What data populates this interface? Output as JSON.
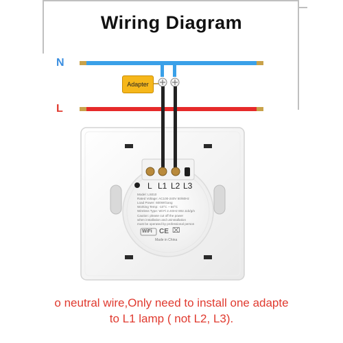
{
  "title": "Wiring Diagram",
  "wires": {
    "neutral_label": "N",
    "live_label": "L",
    "neutral_color": "#3aa0e8",
    "live_color": "#e62a2a",
    "load_color": "#222222"
  },
  "adapter": {
    "label": "Adapter",
    "color": "#f6b71b"
  },
  "switch": {
    "terminals": [
      "L",
      "L1",
      "L2",
      "L3"
    ],
    "label_lines": [
      "Model: LS010",
      "Rated Voltage: AC100-240V 50/60Hz",
      "Load Power: 600W/Gang",
      "Working Temp: -10°C ~ 50°C",
      "Wireless Type: Wi-Fi 2.4GHz 802.11b/g/n"
    ],
    "caution_lines": [
      "Caution: please cut off the power",
      "when installation and uninstallation",
      "must be operated by professional person"
    ],
    "wifi_mark": "WiFi",
    "cert_mark": "CE",
    "origin": "Made in China"
  },
  "caption": {
    "line1": "o neutral wire,Only need to install one adapte",
    "line2": "to L1 lamp ( not L2, L3)."
  }
}
